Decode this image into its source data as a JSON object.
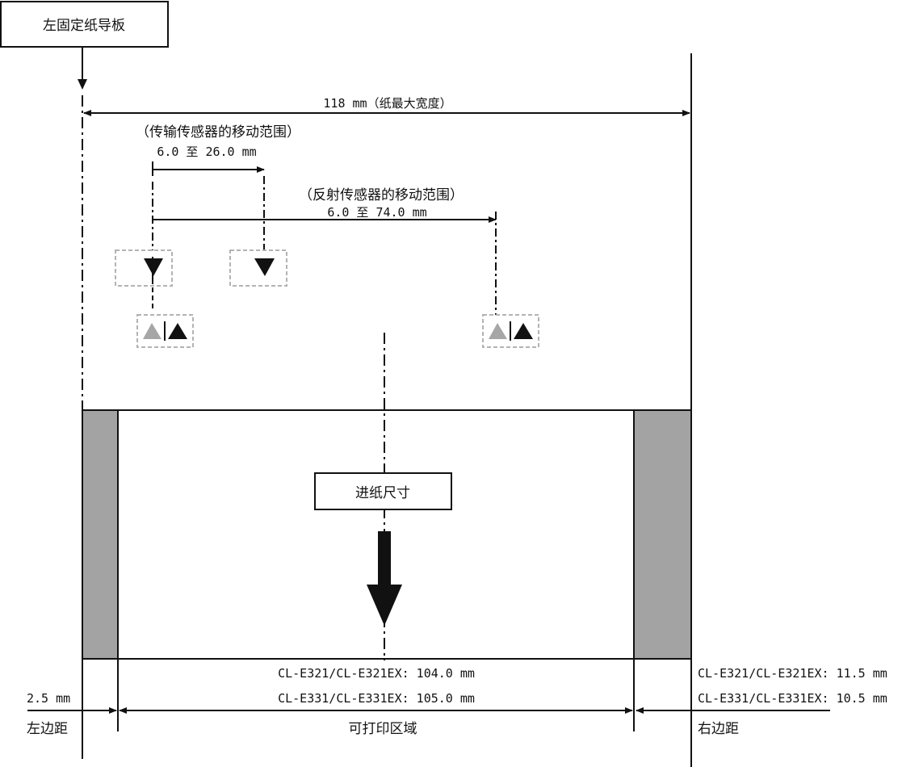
{
  "labels": {
    "left_guide": "左固定纸导板",
    "max_width": "118 mm（纸最大宽度）",
    "transmissive_title": "（传输传感器的移动范围）",
    "transmissive_range": "6.0 至 26.0 mm",
    "reflective_title": "（反射传感器的移动范围）",
    "reflective_range": "6.0 至 74.0 mm",
    "feed_direction": "进纸尺寸",
    "print_width_e321": "CL-E321/CL-E321EX: 104.0 mm",
    "print_width_e331": "CL-E331/CL-E331EX: 105.0 mm",
    "right_margin_e321": "CL-E321/CL-E321EX: 11.5 mm",
    "right_margin_e331": "CL-E331/CL-E331EX: 10.5 mm",
    "left_margin_value": "2.5 mm",
    "left_margin": "左边距",
    "printable_area": "可打印区域",
    "right_margin": "右边距"
  },
  "colors": {
    "line": "#111111",
    "margin_fill": "#a3a3a3",
    "sensor_box": "#b3b3b3",
    "emitter_gray": "#a6a6a6"
  }
}
